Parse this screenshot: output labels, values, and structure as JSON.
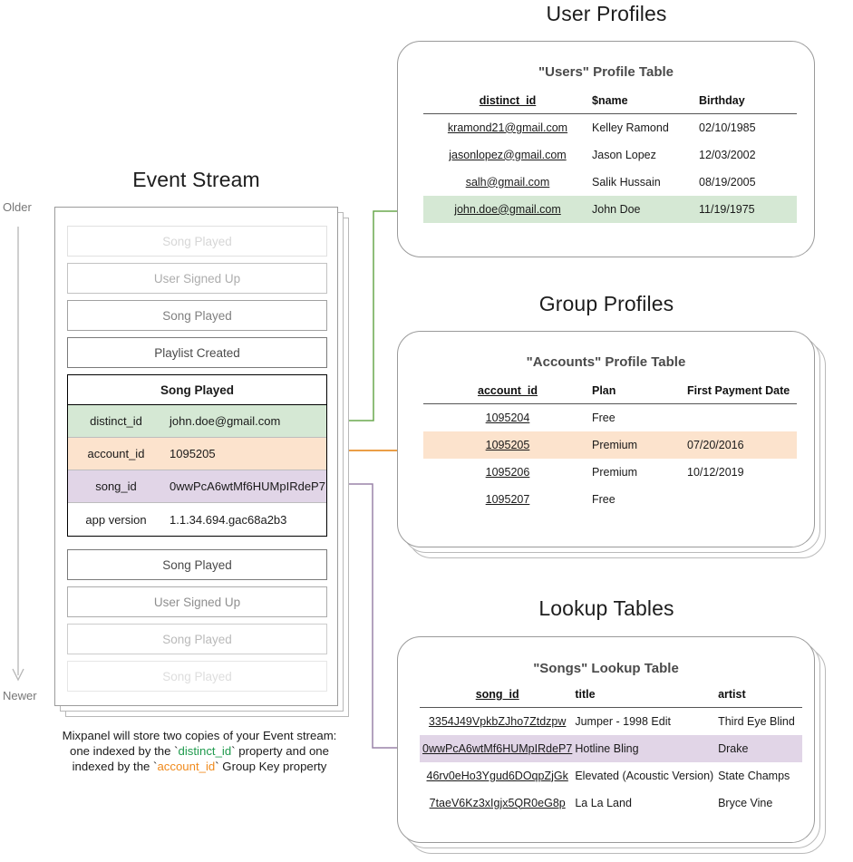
{
  "sections": {
    "event_stream_title": "Event Stream",
    "user_profiles_title": "User Profiles",
    "group_profiles_title": "Group Profiles",
    "lookup_tables_title": "Lookup Tables"
  },
  "axis": {
    "older": "Older",
    "newer": "Newer"
  },
  "event_stream": {
    "before_events": [
      {
        "label": "Song Played",
        "opacity": 0.22
      },
      {
        "label": "User Signed Up",
        "opacity": 0.45
      },
      {
        "label": "Song Played",
        "opacity": 0.7
      },
      {
        "label": "Playlist Created",
        "opacity": 1.0
      }
    ],
    "after_events": [
      {
        "label": "Song Played",
        "opacity": 1.0
      },
      {
        "label": "User Signed Up",
        "opacity": 0.62
      },
      {
        "label": "Song Played",
        "opacity": 0.38
      },
      {
        "label": "Song Played",
        "opacity": 0.18
      }
    ],
    "selected_event": {
      "title": "Song Played",
      "properties": [
        {
          "key": "distinct_id",
          "value": "john.doe@gmail.com",
          "highlight": "green"
        },
        {
          "key": "account_id",
          "value": "1095205",
          "highlight": "orange"
        },
        {
          "key": "song_id",
          "value": "0wwPcA6wtMf6HUMpIRdeP7",
          "highlight": "purple"
        },
        {
          "key": "app version",
          "value": "1.1.34.694.gac68a2b3",
          "highlight": "none"
        }
      ]
    }
  },
  "caption": {
    "line1": "Mixpanel will store two copies of your Event stream:",
    "line2_a": "one indexed by the `",
    "line2_kw": "distinct_id",
    "line2_b": "` property and one",
    "line3_a": "indexed by the `",
    "line3_kw": "account_id",
    "line3_b": "` Group Key property"
  },
  "users_table": {
    "title": "\"Users\" Profile Table",
    "columns": [
      "distinct_id",
      "$name",
      "Birthday"
    ],
    "rows": [
      {
        "cells": [
          "kramond21@gmail.com",
          "Kelley Ramond",
          "02/10/1985"
        ],
        "highlight": "none"
      },
      {
        "cells": [
          "jasonlopez@gmail.com",
          "Jason Lopez",
          "12/03/2002"
        ],
        "highlight": "none"
      },
      {
        "cells": [
          "salh@gmail.com",
          "Salik Hussain",
          "08/19/2005"
        ],
        "highlight": "none"
      },
      {
        "cells": [
          "john.doe@gmail.com",
          "John Doe",
          "11/19/1975"
        ],
        "highlight": "green"
      }
    ]
  },
  "accounts_table": {
    "title": "\"Accounts\" Profile Table",
    "columns": [
      "account_id",
      "Plan",
      "First Payment Date"
    ],
    "rows": [
      {
        "cells": [
          "1095204",
          "Free",
          ""
        ],
        "highlight": "none"
      },
      {
        "cells": [
          "1095205",
          "Premium",
          "07/20/2016"
        ],
        "highlight": "orange"
      },
      {
        "cells": [
          "1095206",
          "Premium",
          "10/12/2019"
        ],
        "highlight": "none"
      },
      {
        "cells": [
          "1095207",
          "Free",
          ""
        ],
        "highlight": "none"
      }
    ]
  },
  "songs_table": {
    "title": "\"Songs\" Lookup Table",
    "columns": [
      "song_id",
      "title",
      "artist"
    ],
    "rows": [
      {
        "cells": [
          "3354J49VpkbZJho7Ztdzpw",
          "Jumper - 1998 Edit",
          "Third Eye Blind"
        ],
        "highlight": "none"
      },
      {
        "cells": [
          "0wwPcA6wtMf6HUMpIRdeP7",
          "Hotline Bling",
          "Drake"
        ],
        "highlight": "purple"
      },
      {
        "cells": [
          "46rv0eHo3Ygud6DOqpZjGk",
          "Elevated (Acoustic Version)",
          "State Champs"
        ],
        "highlight": "none"
      },
      {
        "cells": [
          "7taeV6Kz3xIgjx5QR0eG8p",
          "La La Land",
          "Bryce Vine"
        ],
        "highlight": "none"
      }
    ]
  },
  "colors": {
    "green_highlight": "#d5e8d4",
    "orange_highlight": "#fce3cd",
    "purple_highlight": "#e1d5e7",
    "green_arrow": "#6aa84f",
    "orange_arrow": "#e8912d",
    "purple_arrow": "#9a84a8",
    "card_border": "#9a9a9a",
    "axis_gray": "#aaaaaa"
  }
}
